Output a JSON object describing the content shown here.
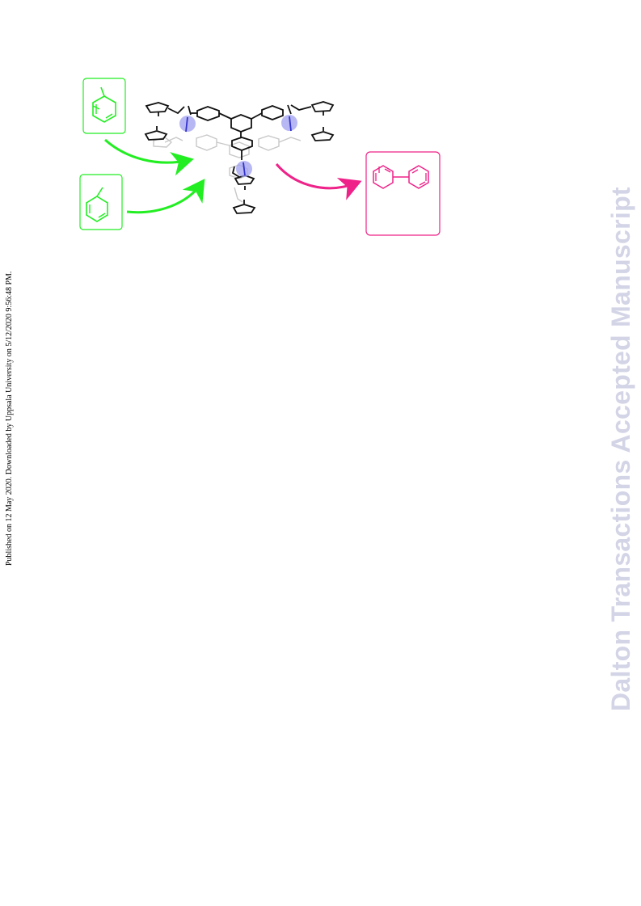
{
  "side_note": "Published on 12 May 2020. Downloaded by Uppsala University on 5/12/2020 9:56:48 PM.",
  "watermark": "Dalton Transactions Accepted Manuscript",
  "scheme": {
    "colors": {
      "reactant": "#22ee22",
      "product": "#ee2288",
      "catalyst": "#111111",
      "ghost": "#c8c8c8",
      "metal_center": "#9f9ff0"
    },
    "reactant_boxes": [
      "substituted-arene-box",
      "toluene-box"
    ],
    "product_box": "biaryl-product-box"
  }
}
